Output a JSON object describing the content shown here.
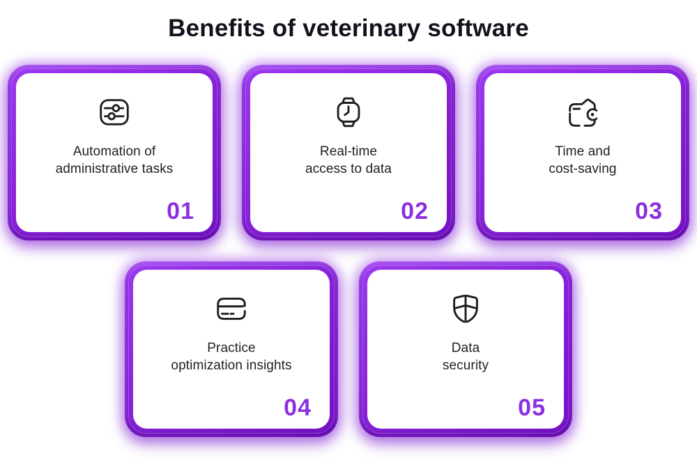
{
  "title": "Benefits of veterinary software",
  "colors": {
    "accent": "#8b2fe0",
    "frame": "#8a23dd",
    "title": "#16111c",
    "text": "#212121",
    "card_bg": "#ffffff"
  },
  "cards": [
    {
      "number": "01",
      "line1": "Automation of",
      "line2": "administrative tasks",
      "icon": "sliders-icon"
    },
    {
      "number": "02",
      "line1": "Real-time",
      "line2": "access to data",
      "icon": "watch-icon"
    },
    {
      "number": "03",
      "line1": "Time and",
      "line2": "cost-saving",
      "icon": "wallet-icon"
    },
    {
      "number": "04",
      "line1": "Practice",
      "line2": "optimization insights",
      "icon": "card-icon"
    },
    {
      "number": "05",
      "line1": "Data",
      "line2": "security",
      "icon": "shield-icon"
    }
  ]
}
